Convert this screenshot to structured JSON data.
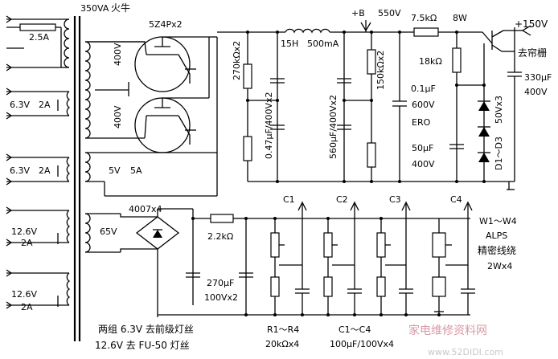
{
  "transformer": {
    "rating": "350VA",
    "primary_label": "火牛",
    "fuse": "2.5A",
    "windings": [
      {
        "voltage": "6.3V",
        "current": "2A"
      },
      {
        "voltage": "6.3V",
        "current": "2A"
      },
      {
        "voltage": "12.6V",
        "current": "2A"
      },
      {
        "voltage": "12.6V",
        "current": "2A"
      }
    ],
    "hv_upper": "400V",
    "hv_lower": "400V",
    "rect_heater": "5V",
    "rect_heater_current": "5A",
    "bias_winding": "65V"
  },
  "rectifier_tube": "5Z4Px2",
  "hv_supply": {
    "bleeder": "270kΩx2",
    "cap1": "0.47μF/400Vx2",
    "choke_name": "15H",
    "choke_current": "500mA",
    "cap2": "560μF/400Vx2",
    "node_label": "+B",
    "node_voltage": "550V",
    "bleeder2": "150kΩx2",
    "cap3_value": "0.1μF",
    "cap3_voltage": "600V",
    "cap3_type": "ERO",
    "series_r": "7.5kΩ",
    "series_r_power": "8W",
    "zener_r": "18kΩ",
    "cap4_value": "50μF",
    "cap4_voltage": "400V",
    "zener_label": "D1～D3",
    "zener_spec": "50Vx3",
    "out_voltage": "+150V",
    "out_dest": "去帘栅",
    "out_cap_value": "330μF",
    "out_cap_voltage": "400V"
  },
  "bias_supply": {
    "bridge": "4007x4",
    "series_r": "2.2kΩ",
    "filter_cap": "270μF",
    "filter_cap_voltage": "100Vx2",
    "outputs": [
      "C1",
      "C2",
      "C3",
      "C4"
    ],
    "pots_label": "W1～W4",
    "pots_brand": "ALPS",
    "pots_type": "精密线绕",
    "pots_spec": "2Wx4",
    "resistors": "R1～R4",
    "resistors_value": "20kΩx4",
    "caps": "C1～C4",
    "caps_value": "100μF/100Vx4"
  },
  "notes": {
    "line1": "两组 6.3V 去前级灯丝",
    "line2": "12.6V 去 FU-50 灯丝"
  },
  "watermark": {
    "text": "家电维修资料网",
    "url": "www.52DIDI.com"
  }
}
